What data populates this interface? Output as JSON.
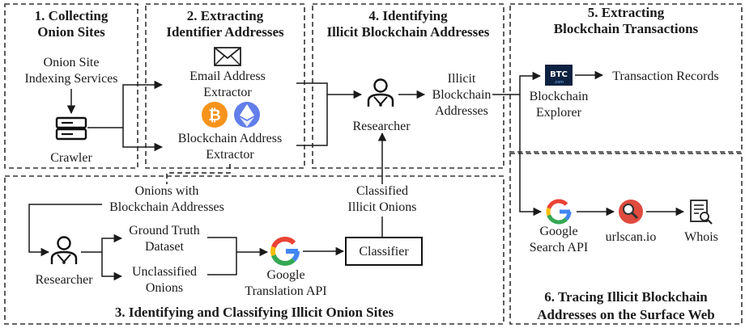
{
  "sections": {
    "s1_line1": "1. Collecting",
    "s1_line2": "Onion Sites",
    "s2_line1": "2. Extracting",
    "s2_line2": "Identifier Addresses",
    "s4_line1": "4. Identifying",
    "s4_line2": "Illicit Blockchain Addresses",
    "s5_line1": "5. Extracting",
    "s5_line2": "Blockchain Transactions",
    "s3": "3. Identifying and Classifying Illicit Onion Sites",
    "s6_line1": "6. Tracing Illicit Blockchain",
    "s6_line2": "Addresses on the Surface Web"
  },
  "nodes": {
    "indexing_line1": "Onion Site",
    "indexing_line2": "Indexing Services",
    "crawler": "Crawler",
    "email_line1": "Email Address",
    "email_line2": "Extractor",
    "blockchain_line1": "Blockchain Address",
    "blockchain_line2": "Extractor",
    "researcher_top": "Researcher",
    "illicit_line1": "Illicit",
    "illicit_line2": "Blockchain",
    "illicit_line3": "Addresses",
    "explorer_line1": "Blockchain",
    "explorer_line2": "Explorer",
    "btc_logo": "BTC",
    "btc_sub": ".com",
    "tx_records": "Transaction Records",
    "onions_line1": "Onions with",
    "onions_line2": "Blockchain Addresses",
    "classified_line1": "Classified",
    "classified_line2": "Illicit Onions",
    "researcher_bottom": "Researcher",
    "ground_line1": "Ground Truth",
    "ground_line2": "Dataset",
    "unclassified_line1": "Unclassified",
    "unclassified_line2": "Onions",
    "translation_line1": "Google",
    "translation_line2": "Translation API",
    "classifier": "Classifier",
    "search_line1": "Google",
    "search_line2": "Search API",
    "urlscan": "urlscan.io",
    "whois": "Whois"
  },
  "icons": {
    "email": "envelope-icon",
    "bitcoin": "bitcoin-icon",
    "ethereum": "ethereum-icon",
    "server": "server-icon",
    "researcher": "person-icon",
    "google": "google-icon",
    "urlscan": "magnifier-icon",
    "whois": "document-search-icon",
    "btc": "btc-logo-icon"
  },
  "colors": {
    "bitcoin": "#f7931a",
    "ethereum": "#627eea",
    "urlscan": "#e04a3f",
    "btc_bg": "#0d2240",
    "google_blue": "#4285f4",
    "google_red": "#ea4335",
    "google_yellow": "#fbbc05",
    "google_green": "#34a853"
  }
}
